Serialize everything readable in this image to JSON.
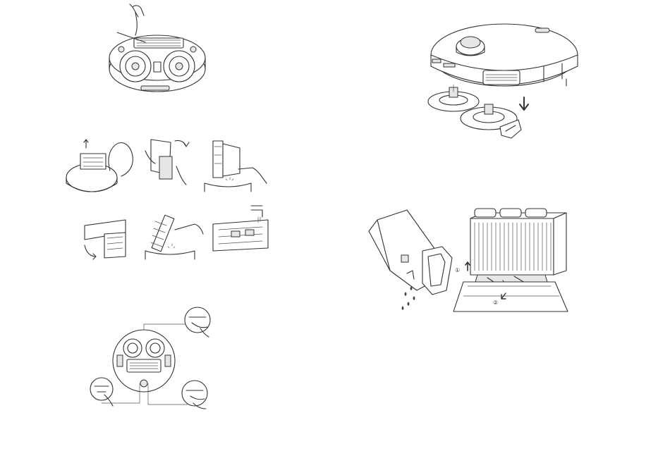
{
  "illustrations": {
    "brush_removal": {
      "icon": "robot-underside-brush-removal"
    },
    "dustbin_cleaning": {
      "icon": "dustbin-filter-cleaning-steps"
    },
    "wheel_cleaning": {
      "icon": "robot-underside-wheel-cleaning"
    },
    "mop_mount_cleaning": {
      "icon": "robot-mop-pad-removal"
    },
    "dock_cleaning": {
      "icon": "water-tank-and-dock-base-cleaning"
    }
  },
  "dock_steps": {
    "step_1": "①",
    "step_2": "②"
  }
}
